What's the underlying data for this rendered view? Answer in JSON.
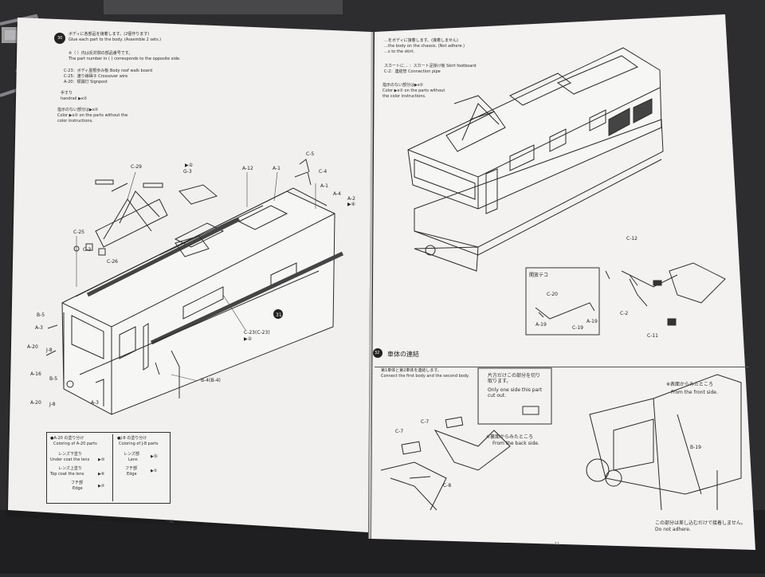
{
  "left_page": {
    "step_number": "30",
    "step_text_jp": "ボディに各部品を接着します。(2個作ります)",
    "step_text_en": "Glue each part to the body. (Assemble 2 sets.)",
    "note1_jp": "※（ ）内は反対側の部品番号です。",
    "note1_en": "The part number in ( ) corresponds to the opposite side.",
    "parts_list": [
      "C-23：ボディ屋根歩み板 Body roof walk board",
      "C-25：渡り線碍子 Crossover wire",
      "A-20：標識灯 Signpost"
    ],
    "handrail_jp": "手すり",
    "handrail_en": "handrail",
    "handrail_code": "▶x②",
    "color_note_jp": "指示のない部分は▶x②",
    "color_note_en": "Color ▶x② on the parts without the color instructions.",
    "part_labels": [
      "C-29",
      "▶②",
      "G-3",
      "A-12",
      "A-1",
      "C-5",
      "C-4",
      "A-1",
      "A-4",
      "A-2",
      "▶④",
      "C-25",
      "C-3",
      "C-26",
      "B-5",
      "A-3",
      "A-20",
      "J-8",
      "A-16",
      "B-5",
      "A-20",
      "J-8",
      "A-3",
      "C-23(C-23)",
      "▶②",
      "B-4(B-4)",
      "31"
    ],
    "legend_a20": {
      "title_jp": "●A-20 の塗り分け",
      "title_en": "Coloring of A-20 parts",
      "rows": [
        {
          "jp": "レンズ下塗り",
          "en": "Under coat the lens",
          "code": "▶⑩"
        },
        {
          "jp": "レンズ上塗り",
          "en": "Top coat the lens",
          "code": "▶⑥"
        },
        {
          "jp": "フチ部",
          "en": "Edge",
          "code": "▶②"
        }
      ]
    },
    "legend_j8": {
      "title_jp": "●J-8 の塗り分け",
      "title_en": "Coloring of J-8 parts",
      "rows": [
        {
          "jp": "レンズ部",
          "en": "Lens",
          "code": "▶⑯"
        },
        {
          "jp": "フチ部",
          "en": "Edge",
          "code": "▶②"
        }
      ]
    },
    "page_number": "10"
  },
  "right_page": {
    "top_text": [
      "…をボディに接着します。(接着しません)",
      "…the body on the chassis. (Not adhere.)",
      "…s to the skirt.",
      "スカートに… ：スカート足掛け板 Skirt footboard",
      "C-2：連結管 Connection pipe",
      "指示のない部分は▶x②",
      "Color ▶x② on the parts without",
      "the color instructions."
    ],
    "inset_title": "開放テコ",
    "part_labels": [
      "C-12",
      "C-20",
      "A-19",
      "A-19",
      "C-19",
      "C-2",
      "C-11"
    ],
    "step_number": "32",
    "step_title_jp": "車体の連結",
    "step_text_jp": "第1車体と第2車体を連結します。",
    "step_text_en": "Connect the first body and the second body.",
    "callout_jp": "片方だけこの部分を切り取ります。",
    "callout_en": "Only one side this part cut out.",
    "back_side_jp": "※裏面からみたところ",
    "back_side_en": "From the back side.",
    "front_side_jp": "※表面からみたところ",
    "front_side_en": "From the front side.",
    "lower_labels": [
      "C-7",
      "C-7",
      "C-8",
      "B-19"
    ],
    "no_glue_jp": "この部分は差し込むだけで接着しません。",
    "no_glue_en": "Do not adhere.",
    "page_number": "11"
  }
}
